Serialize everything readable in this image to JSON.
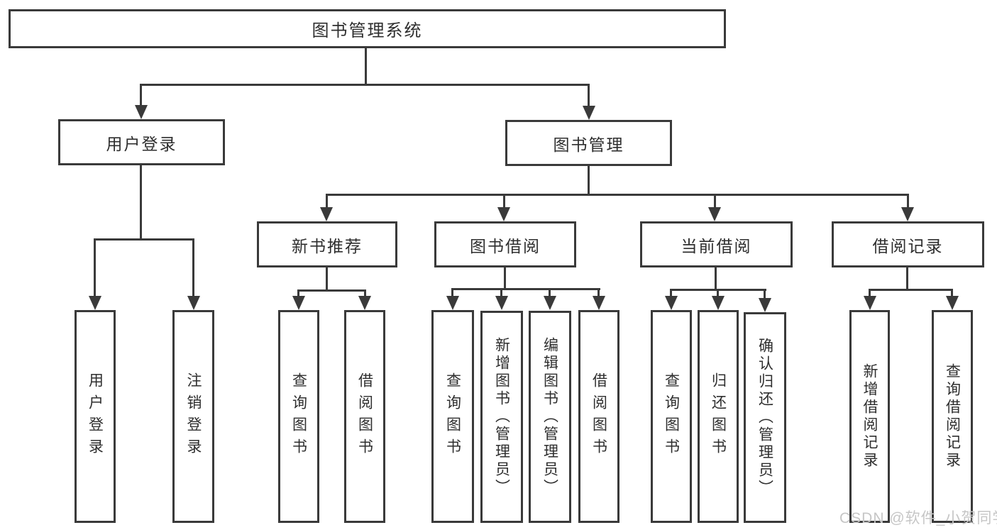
{
  "diagram": {
    "type": "functional-structure-tree",
    "colors": {
      "line": "#3a3a3a",
      "border": "#3a3a3a",
      "text": "#2e2e2e",
      "background": "#ffffff",
      "watermark": "#c6c6c6"
    },
    "root": {
      "label": "图书管理系统",
      "children": [
        {
          "label": "用户登录",
          "children": [
            {
              "label": "用户登录"
            },
            {
              "label": "注销登录"
            }
          ]
        },
        {
          "label": "图书管理",
          "children": [
            {
              "label": "新书推荐",
              "children": [
                {
                  "label": "查询图书"
                },
                {
                  "label": "借阅图书"
                }
              ]
            },
            {
              "label": "图书借阅",
              "children": [
                {
                  "label": "查询图书"
                },
                {
                  "label": "新增图书（管理员）"
                },
                {
                  "label": "编辑图书（管理员）"
                },
                {
                  "label": "借阅图书"
                }
              ]
            },
            {
              "label": "当前借阅",
              "children": [
                {
                  "label": "查询图书"
                },
                {
                  "label": "归还图书"
                },
                {
                  "label": "确认归还（管理员）"
                }
              ]
            },
            {
              "label": "借阅记录",
              "children": [
                {
                  "label": "新增借阅记录"
                },
                {
                  "label": "查询借阅记录"
                }
              ]
            }
          ]
        }
      ]
    }
  },
  "watermark": {
    "text": "CSDN @软件_小贺同学"
  }
}
